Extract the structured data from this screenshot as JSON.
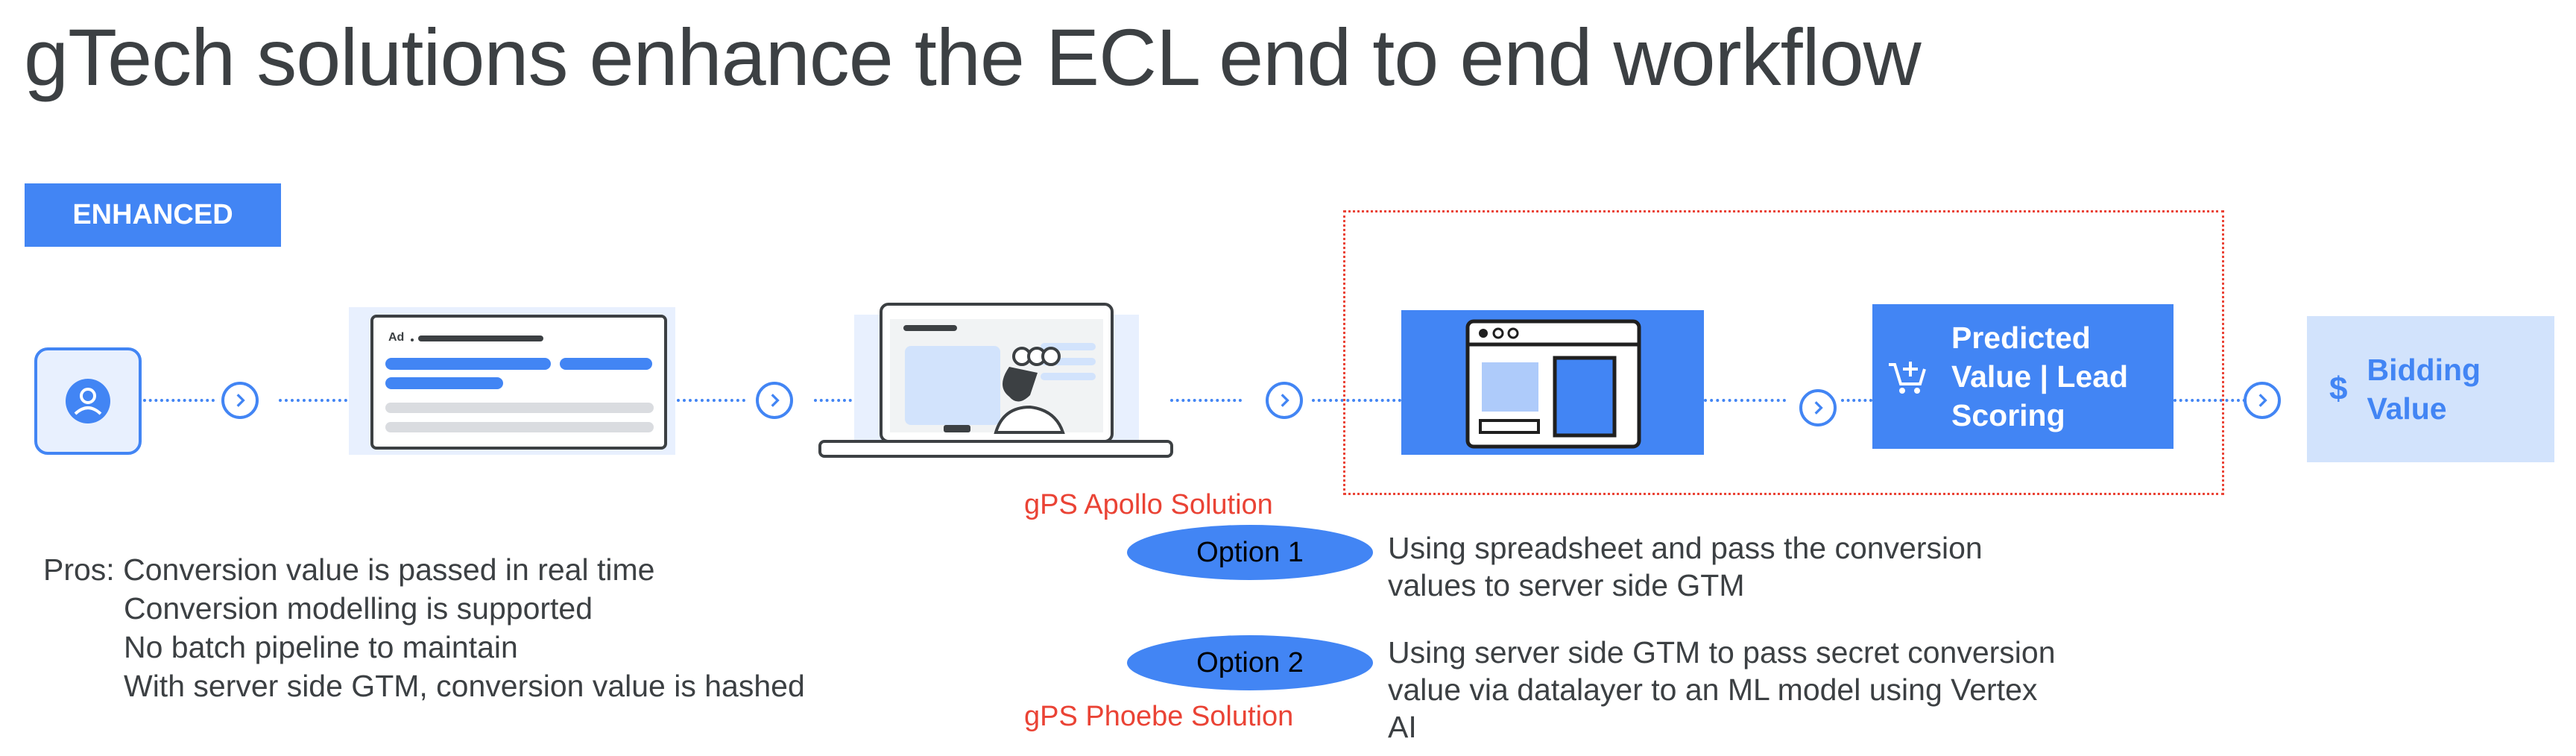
{
  "title": "gTech solutions enhance the ECL end to end workflow",
  "badge": "ENHANCED",
  "ad_card": {
    "label": "Ad"
  },
  "predicted_box": {
    "lines": [
      "Predicted",
      "Value | Lead",
      "Scoring"
    ]
  },
  "bidding_box": {
    "lines": [
      "Bidding",
      "Value"
    ],
    "icon_glyph": "$"
  },
  "apollo_label": "gPS Apollo Solution",
  "phoebe_label": "gPS Phoebe Solution",
  "options": [
    {
      "label": "Option 1",
      "desc_lines": [
        "Using spreadsheet and pass the conversion",
        "values to server side GTM"
      ]
    },
    {
      "label": "Option 2",
      "desc_lines": [
        "Using server side GTM to pass secret conversion",
        "value via datalayer to an ML model using Vertex",
        "AI"
      ]
    }
  ],
  "pros": {
    "prefix": "Pros:",
    "items": [
      "Conversion value is passed in real time",
      "Conversion modelling is supported",
      "No batch pipeline to maintain",
      "With server side GTM, conversion value is hashed"
    ]
  },
  "colors": {
    "blue": "#4285f4",
    "light_blue": "#e8f0fe",
    "red": "#ea4335",
    "text": "#3c4043"
  }
}
